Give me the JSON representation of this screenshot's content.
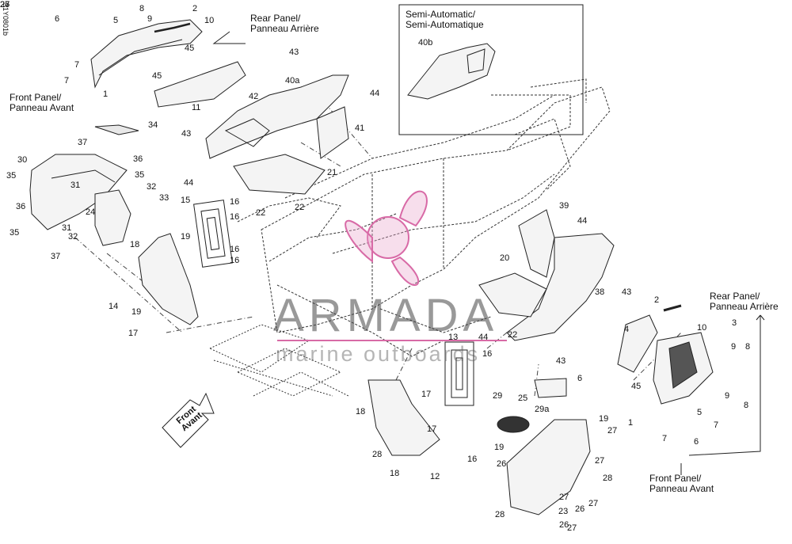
{
  "diagram": {
    "code": "31Y0801b",
    "notes": {
      "rear_top": "Rear Panel/\nPanneau Arrière",
      "front_left": "Front Panel/\nPanneau Avant",
      "semi_auto": "Semi-Automatic/\nSemi-Automatique",
      "rear_right": "Rear Panel/\nPanneau Arrière",
      "front_right": "Front Panel/\nPanneau Avant",
      "front_arrow": "Front\nAvant"
    },
    "watermark": {
      "title": "ARMADA",
      "subtitle": "marine outboards"
    },
    "callouts": [
      "8",
      "2",
      "9",
      "10",
      "6",
      "5",
      "7",
      "45",
      "45",
      "7",
      "1",
      "11",
      "43",
      "40a",
      "44",
      "42",
      "41",
      "40b",
      "34",
      "37",
      "36",
      "30",
      "35",
      "35",
      "31",
      "32",
      "33",
      "36",
      "24",
      "35",
      "31",
      "32",
      "37",
      "15",
      "16",
      "16",
      "19",
      "16",
      "16",
      "43",
      "44",
      "21",
      "22",
      "22",
      "18",
      "14",
      "19",
      "17",
      "39",
      "44",
      "20",
      "38",
      "43",
      "13",
      "44",
      "16",
      "22",
      "43",
      "2",
      "4",
      "3",
      "10",
      "9",
      "8",
      "45",
      "9",
      "8",
      "1",
      "6",
      "7",
      "5",
      "7",
      "6",
      "25",
      "29a",
      "29",
      "16",
      "18",
      "17",
      "19",
      "28",
      "17",
      "18",
      "12",
      "28",
      "19",
      "26",
      "27",
      "27",
      "28",
      "27",
      "27",
      "26",
      "23",
      "27",
      "26",
      "27",
      "26"
    ]
  }
}
